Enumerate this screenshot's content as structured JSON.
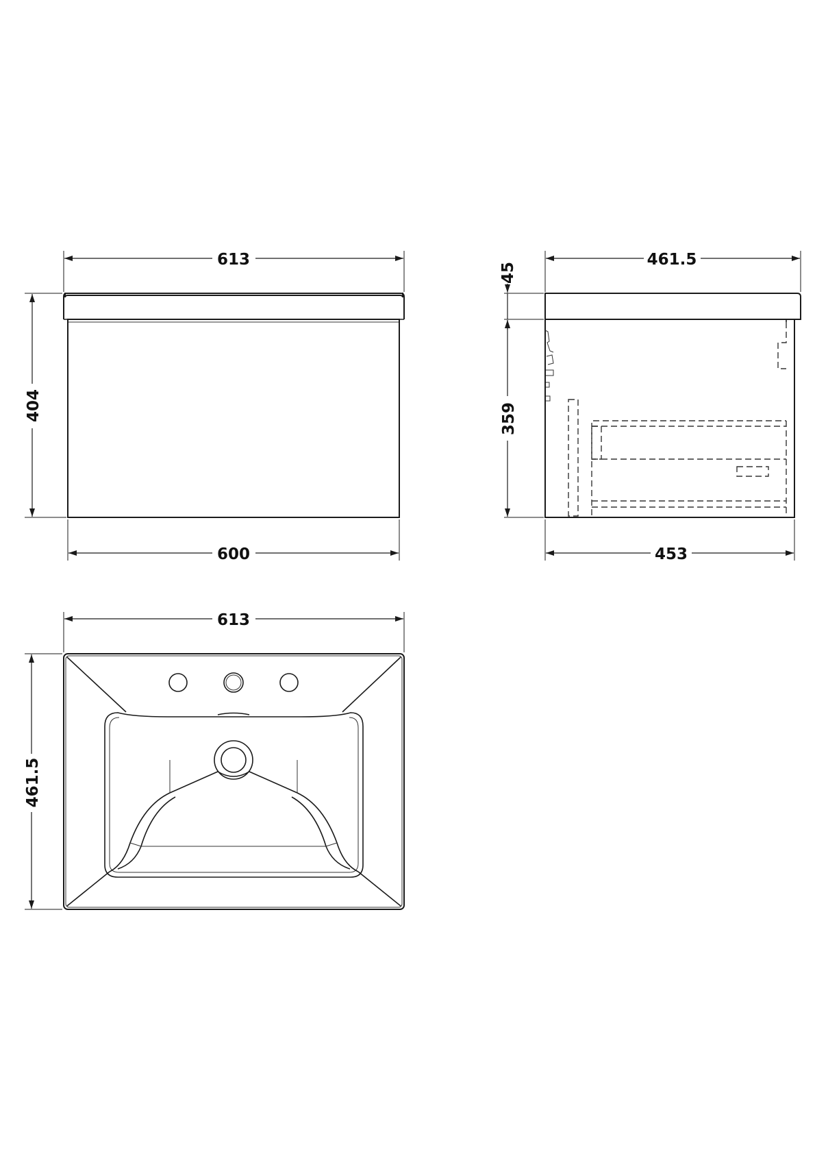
{
  "front_view": {
    "top_width": "613",
    "bottom_width": "600",
    "height": "404"
  },
  "side_view": {
    "top_depth": "461.5",
    "bottom_depth": "453",
    "basin_height": "45",
    "cabinet_height": "359"
  },
  "plan_view": {
    "width": "613",
    "depth": "461.5"
  }
}
